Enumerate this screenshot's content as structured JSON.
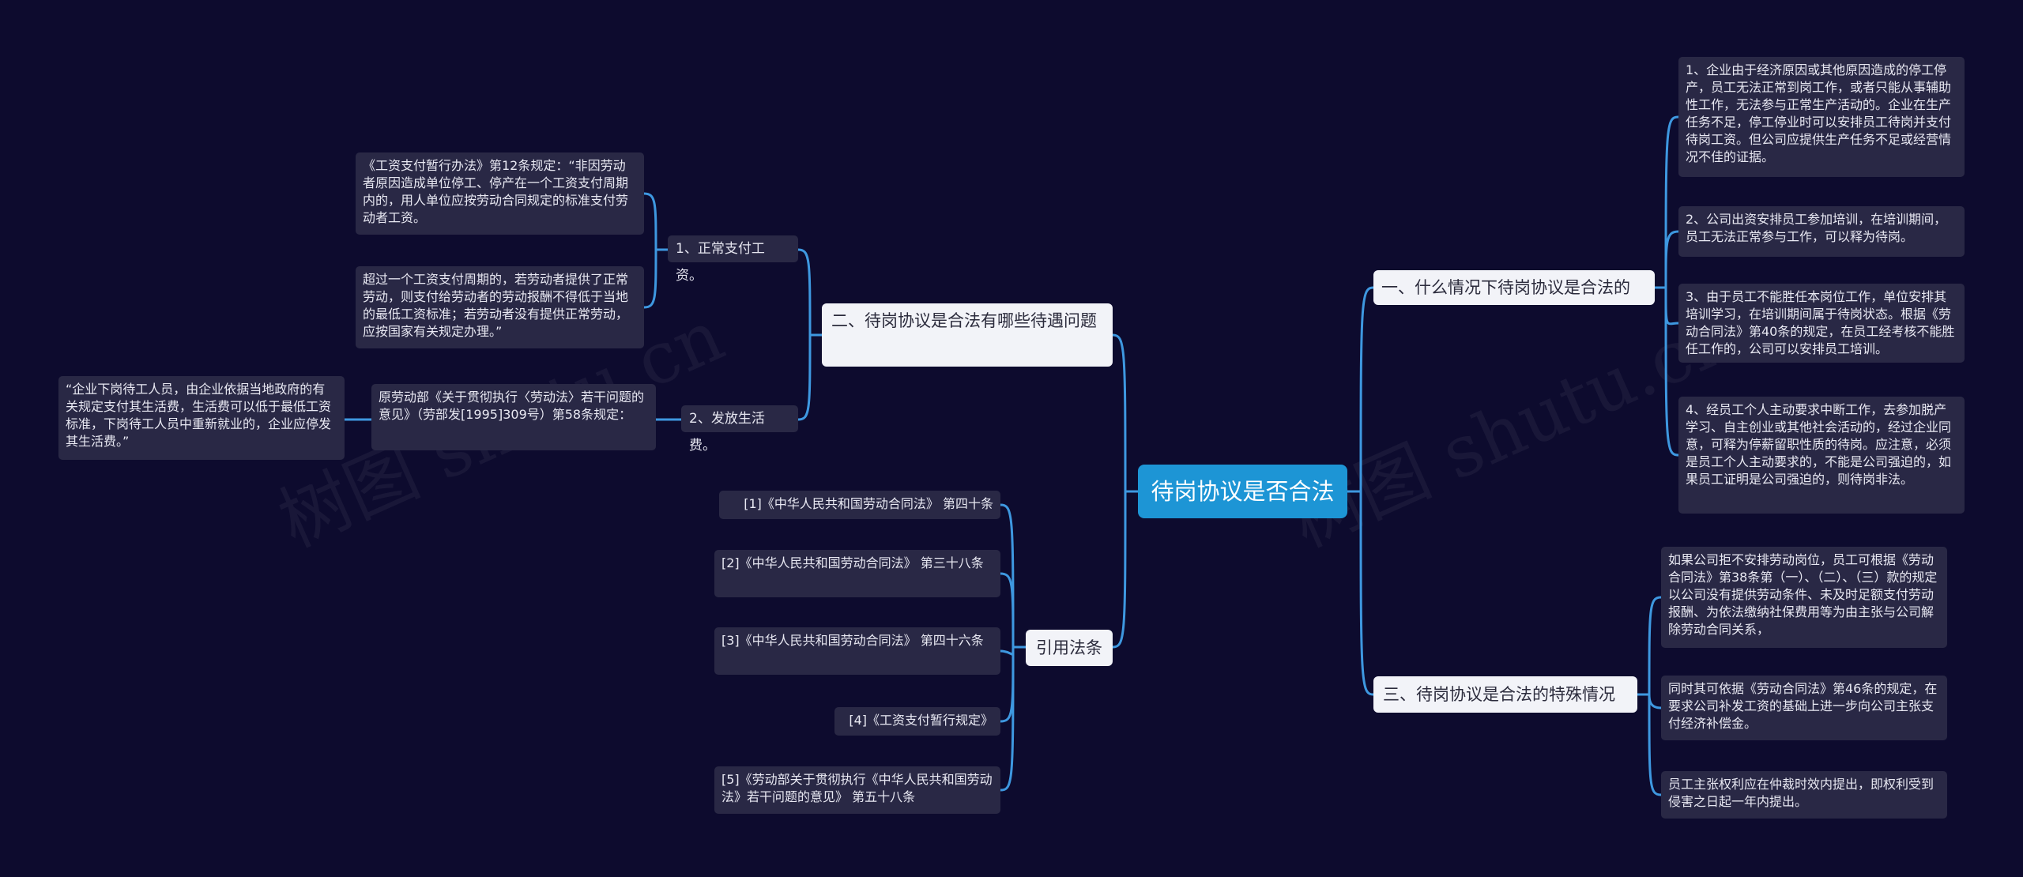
{
  "watermark": "树图 shutu.cn",
  "root": "待岗协议是否合法",
  "branches": {
    "b1": {
      "title": "一、什么情况下待岗协议是合法的",
      "items": [
        "1、企业由于经济原因或其他原因造成的停工停产，员工无法正常到岗工作，或者只能从事辅助性工作，无法参与正常生产活动的。企业在生产任务不足，停工停业时可以安排员工待岗并支付待岗工资。但公司应提供生产任务不足或经营情况不佳的证据。",
        "2、公司出资安排员工参加培训，在培训期间，员工无法正常参与工作，可以释为待岗。",
        "3、由于员工不能胜任本岗位工作，单位安排其培训学习，在培训期间属于待岗状态。根据《劳动合同法》第40条的规定，在员工经考核不能胜任工作的，公司可以安排员工培训。",
        "4、经员工个人主动要求中断工作，去参加脱产学习、自主创业或其他社会活动的，经过企业同意，可释为停薪留职性质的待岗。应注意，必须是员工个人主动要求的，不能是公司强迫的，如果员工证明是公司强迫的，则待岗非法。"
      ]
    },
    "b2": {
      "title": "二、待岗协议是合法有哪些待遇问题",
      "sub1": {
        "label": "1、正常支付工资。",
        "items": [
          "《工资支付暂行办法》第12条规定：“非因劳动者原因造成单位停工、停产在一个工资支付周期内的，用人单位应按劳动合同规定的标准支付劳动者工资。",
          "超过一个工资支付周期的，若劳动者提供了正常劳动，则支付给劳动者的劳动报酬不得低于当地的最低工资标准；若劳动者没有提供正常劳动，应按国家有关规定办理。”"
        ]
      },
      "sub2": {
        "label": "2、发放生活费。",
        "item": "原劳动部《关于贯彻执行〈劳动法〉若干问题的意见》（劳部发[1995]309号）第58条规定：",
        "deep": "“企业下岗待工人员，由企业依据当地政府的有关规定支付其生活费，生活费可以低于最低工资标准，下岗待工人员中重新就业的，企业应停发其生活费。”"
      }
    },
    "b3": {
      "title": "三、待岗协议是合法的特殊情况",
      "items": [
        "如果公司拒不安排劳动岗位，员工可根据《劳动合同法》第38条第（一）、（二）、（三）款的规定以公司没有提供劳动条件、未及时足额支付劳动报酬、为依法缴纳社保费用等为由主张与公司解除劳动合同关系，",
        "同时其可依据《劳动合同法》第46条的规定，在要求公司补发工资的基础上进一步向公司主张支付经济补偿金。",
        "员工主张权利应在仲裁时效内提出，即权利受到侵害之日起一年内提出。"
      ]
    },
    "b4": {
      "title": "引用法条",
      "items": [
        "[1]《中华人民共和国劳动合同法》 第四十条",
        "[2]《中华人民共和国劳动合同法》 第三十八条",
        "[3]《中华人民共和国劳动合同法》 第四十六条",
        "[4]《工资支付暂行规定》",
        "[5]《劳动部关于贯彻执行《中华人民共和国劳动法》若干问题的意见》 第五十八条"
      ]
    }
  }
}
